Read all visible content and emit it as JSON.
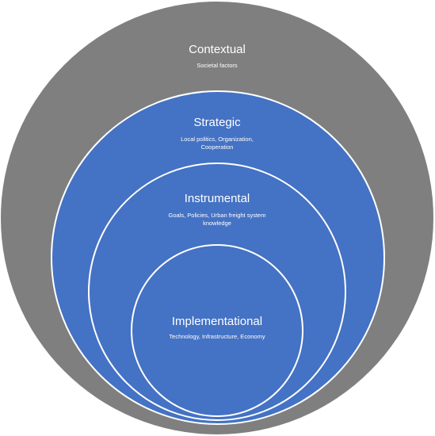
{
  "diagram": {
    "colors": {
      "background": "#ffffff",
      "outer_ring": "#7f7f7f",
      "inner_rings": "#4472c4",
      "stroke": "#ffffff",
      "text": "#ffffff"
    },
    "layers": [
      {
        "title": "Contextual",
        "description": "Societal factors"
      },
      {
        "title": "Strategic",
        "description_lines": [
          "Local politics, Organization,",
          "Cooperation"
        ]
      },
      {
        "title": "Instrumental",
        "description_lines": [
          "Goals, Policies, Urban freight system",
          "knowledge"
        ]
      },
      {
        "title": "Implementational",
        "description": "Technology, Infrastructure, Economy"
      }
    ]
  }
}
